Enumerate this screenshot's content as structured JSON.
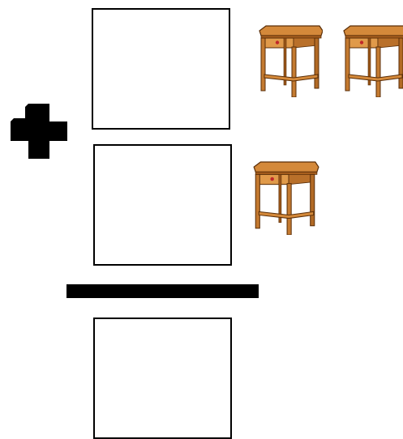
{
  "worksheet": {
    "operator": "plus",
    "first_addend": {
      "object": "nightstand",
      "count": 2,
      "answer": ""
    },
    "second_addend": {
      "object": "nightstand",
      "count": 1,
      "answer": ""
    },
    "sum_answer": ""
  },
  "colors": {
    "wood_light": "#D4893A",
    "wood_dark": "#8A4A12",
    "knob": "#C0282A",
    "ink": "#000000"
  },
  "icons": [
    "plus-icon",
    "nightstand-icon"
  ]
}
